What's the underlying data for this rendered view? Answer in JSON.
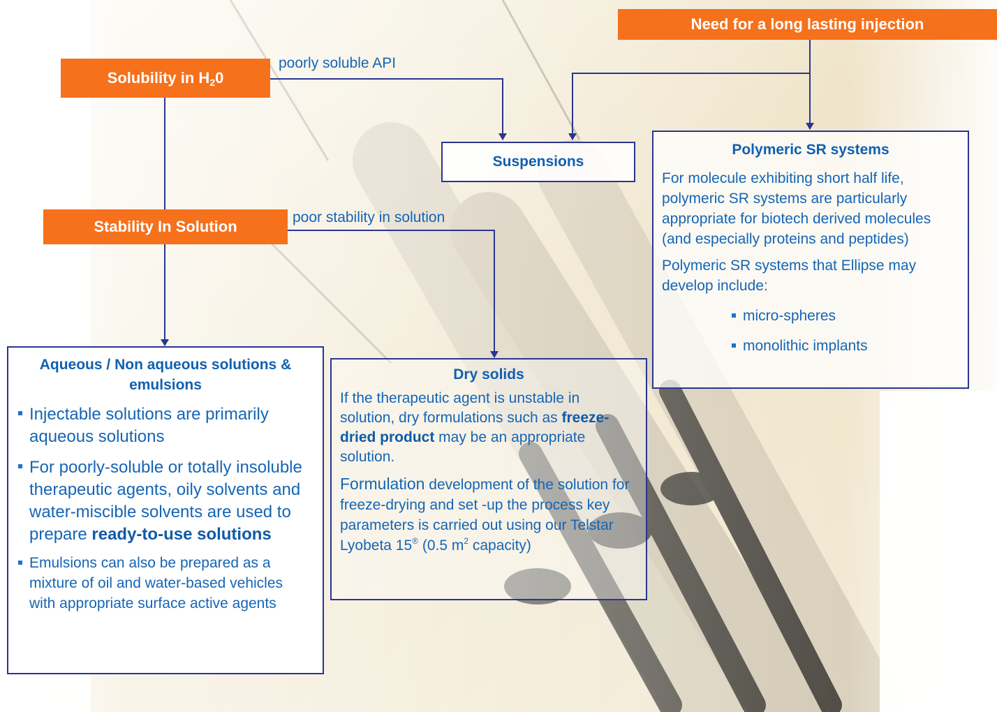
{
  "boxes": {
    "solubility": {
      "label": "Solubility in H",
      "sub": "2",
      "tail": "0"
    },
    "stability": {
      "label": "Stability In Solution"
    },
    "long_lasting": {
      "label": "Need for a long lasting injection"
    },
    "suspensions": {
      "label": "Suspensions"
    },
    "polymeric": {
      "title": "Polymeric SR systems",
      "para1": "For molecule exhibiting short half life, polymeric SR systems are particularly appropriate for biotech derived molecules (and especially proteins and peptides)",
      "para2": "Polymeric SR systems that Ellipse may develop include:",
      "items": [
        "micro-spheres",
        "monolithic implants"
      ]
    },
    "aqueous": {
      "title": "Aqueous / Non aqueous solutions & emulsions",
      "bullet1": "Injectable solutions are primarily aqueous solutions",
      "bullet2_main": "For poorly-soluble or totally insoluble therapeutic agents, oily solvents and water-miscible solvents are used to prepare ",
      "bullet2_bold": "ready-to-use solutions",
      "bullet3": "Emulsions can also be prepared as a mixture of oil and water-based vehicles with appropriate surface active agents"
    },
    "dry": {
      "title": "Dry solids",
      "p1_a": "If the therapeutic agent is unstable in solution, dry formulations such as ",
      "p1_bold": "freeze-dried product",
      "p1_b": " may be an appropriate solution.",
      "p2_a": "Formulation",
      "p2_b": " development of the solution for freeze-drying and set -up the process key parameters is carried out using our Telstar Lyobeta 15",
      "p2_reg": "®",
      "p2_c": " (0.5 m",
      "p2_sup": "2",
      "p2_d": " capacity)"
    }
  },
  "edges": {
    "poorly_soluble": "poorly soluble API",
    "poor_stability": "poor stability in solution"
  },
  "colors": {
    "orange": "#f5711c",
    "navy": "#2a3590",
    "text_blue": "#1565b5"
  }
}
